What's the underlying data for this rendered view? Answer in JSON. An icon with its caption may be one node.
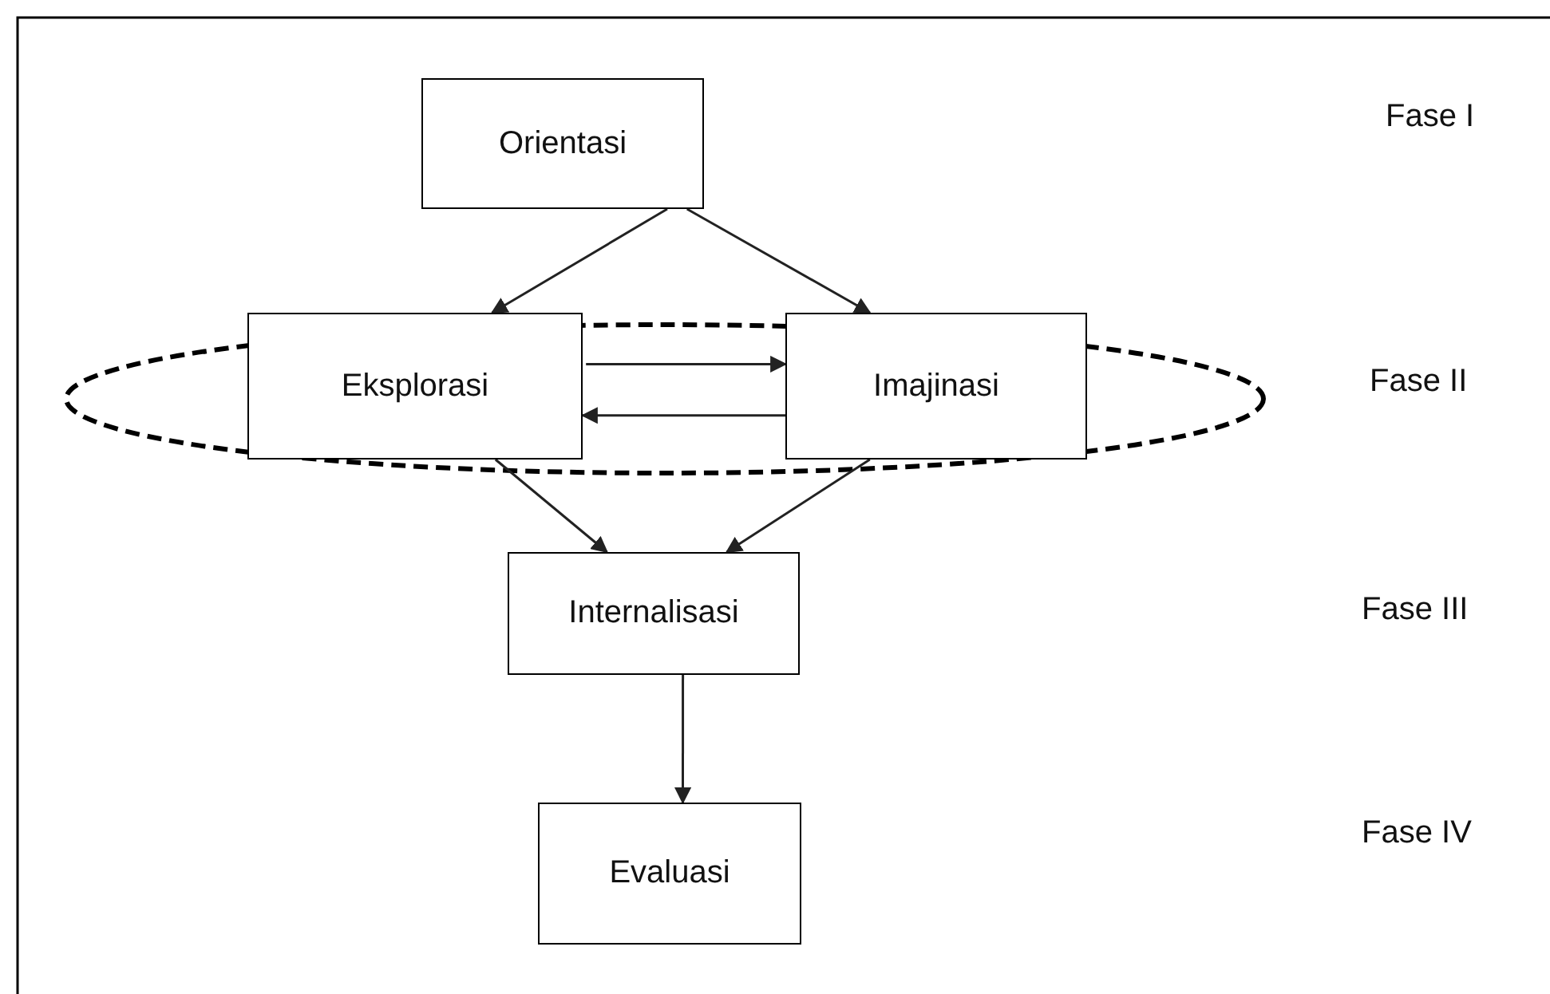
{
  "diagram": {
    "nodes": [
      {
        "text": [
          "Orientasi"
        ]
      },
      {
        "text": [
          "Eksplorasi"
        ]
      },
      {
        "text": [
          "Imajinasi"
        ]
      },
      {
        "text": [
          "Internalisasi"
        ]
      },
      {
        "text": [
          "Evaluasi"
        ]
      }
    ],
    "edges": [
      {
        "from": 0,
        "to": 1,
        "arrow": "to"
      },
      {
        "from": 0,
        "to": 2,
        "arrow": "to"
      },
      {
        "from": 1,
        "to": 2,
        "arrow": "to"
      },
      {
        "from": 2,
        "to": 1,
        "arrow": "to"
      },
      {
        "from": 1,
        "to": 3,
        "arrow": "to"
      },
      {
        "from": 2,
        "to": 3,
        "arrow": "to"
      },
      {
        "from": 3,
        "to": 4,
        "arrow": "to"
      }
    ],
    "labels": [
      "Fase I",
      "Fase II",
      "Fase III",
      "Fase IV"
    ]
  }
}
